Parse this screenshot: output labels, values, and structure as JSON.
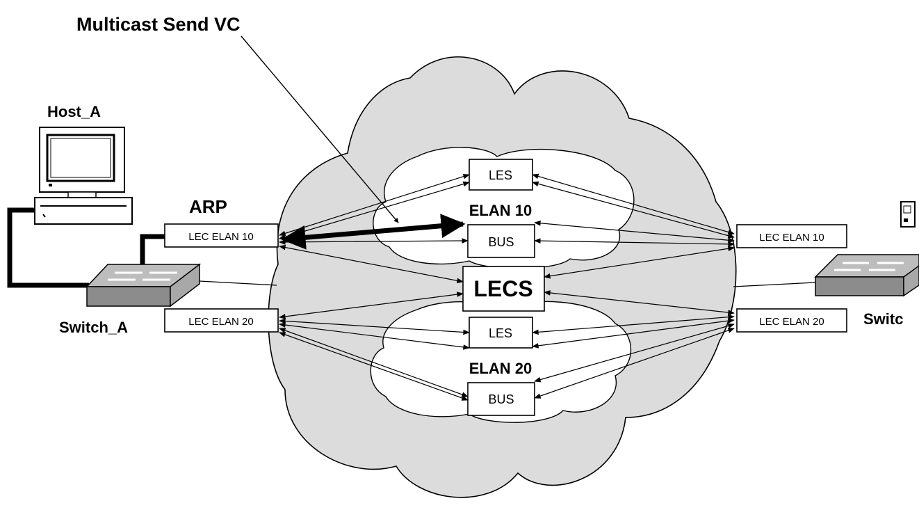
{
  "diagram": {
    "title": "Multicast Send VC",
    "host_label": "Host_A",
    "arp_label": "ARP",
    "left_switch_label": "Switch_A",
    "right_switch_label": "Switc",
    "elan10_label": "ELAN 10",
    "elan20_label": "ELAN 20",
    "lecs_label": "LECS",
    "les10_label": "LES",
    "bus10_label": "BUS",
    "les20_label": "LES",
    "bus20_label": "BUS",
    "lec_left_10": "LEC ELAN 10",
    "lec_left_20": "LEC ELAN 20",
    "lec_right_10": "LEC ELAN 10",
    "lec_right_20": "LEC ELAN 20"
  },
  "colors": {
    "cloud_fill": "#dcdcdc",
    "switch_top": "#bdbdbd",
    "switch_side": "#8c8c8c",
    "line": "#000000"
  }
}
